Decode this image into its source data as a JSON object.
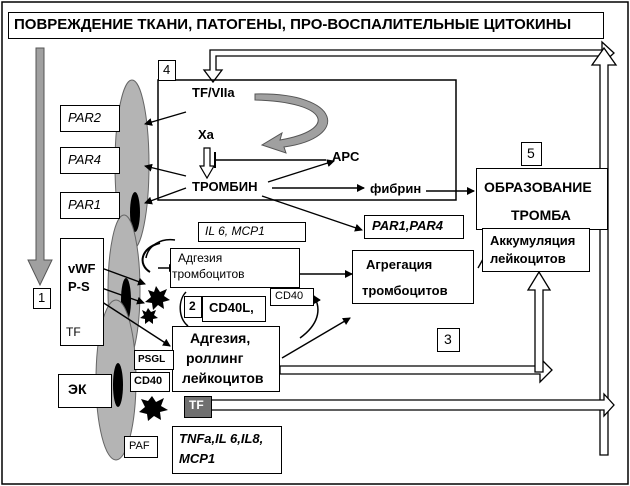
{
  "header": "ПОВРЕЖДЕНИЕ ТКАНИ, ПАТОГЕНЫ, ПРО-ВОСПАЛИТЕЛЬНЫЕ ЦИТОКИНЫ",
  "numbers": {
    "n1": "1",
    "n2": "2",
    "n3": "3",
    "n4": "4",
    "n5": "5"
  },
  "receptors": {
    "par2": "PAR2",
    "par4": "PAR4",
    "par1": "PAR1"
  },
  "coagulation": {
    "tf_viia": "TF/VIIa",
    "xa": "Xa",
    "apc": "APC",
    "thrombin": "ТРОМБИН",
    "fibrin": "фибрин",
    "par1_par4": "PAR1,PAR4"
  },
  "cytokines_top": "IL 6, MCP1",
  "platelet_adhesion": {
    "line1": "Адгезия",
    "line2": "тромбоцитов"
  },
  "platelet_aggregation": {
    "line1": "Агрегация",
    "line2": "тромбоцитов"
  },
  "thrombus": {
    "line1": "ОБРАЗОВАНИЕ",
    "line2": "ТРОМБА"
  },
  "leukocyte_accumulation": {
    "line1": "Аккумуляция",
    "line2": "лейкоцитов"
  },
  "cd40l": "CD40L,",
  "cd40_platelet": "CD40",
  "leukocyte_adhesion": {
    "line1": "Адгезия,",
    "line2": "роллинг",
    "line3": "лейкоцитов"
  },
  "endothelial": {
    "vwf": "vWF",
    "ps": "P-S",
    "tf": "TF",
    "psgl": "PSGL",
    "cd40": "CD40",
    "ec": "ЭК",
    "tf_dark": "TF",
    "paf": "PAF"
  },
  "cytokines_bottom": {
    "line1": "TNFa,IL 6,IL8,",
    "line2": "MCP1"
  },
  "colors": {
    "membrane": "#b4b4b4",
    "nucleus": "#000000",
    "arrow_fill": "#a0a0a0",
    "tf_box": "#707070"
  }
}
